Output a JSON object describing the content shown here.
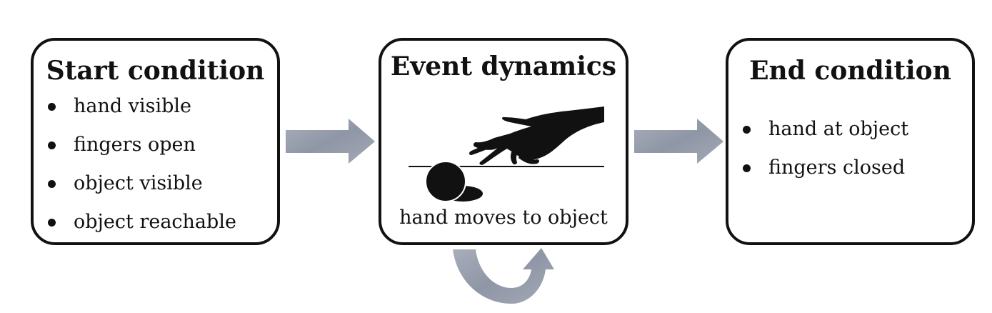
{
  "start": {
    "title": "Start condition",
    "items": [
      "hand visible",
      "fingers open",
      "object visible",
      "object reachable"
    ]
  },
  "event": {
    "title": "Event dynamics",
    "caption": "hand moves to object"
  },
  "end": {
    "title": "End condition",
    "items": [
      "hand at object",
      "fingers closed"
    ]
  },
  "colors": {
    "border": "#111111",
    "arrow": "#9aa0ad",
    "illustration": "#111111"
  },
  "icons": [
    "bullet-icon",
    "arrow-right-icon",
    "loop-arrow-icon",
    "hand-icon",
    "ball-icon"
  ]
}
